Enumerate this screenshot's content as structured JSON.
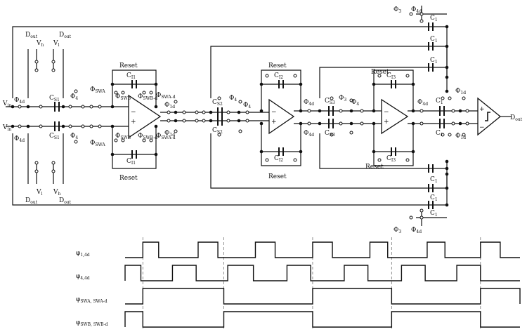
{
  "labels": {
    "reset": "Reset",
    "phi": "Φ",
    "ph1d": "1d",
    "ph3": "3",
    "ph4": "4",
    "ph4d": "4d",
    "phswa": "SWA",
    "phswb": "SWB",
    "phswad": "SWA-d",
    "phswbd": "SWB-d",
    "c1": "C",
    "cs1": "S1",
    "c1s": "1",
    "c11": "I1",
    "c12": "I2",
    "c13": "I3",
    "cs2": "S2",
    "cs3": "S3",
    "vin": "V",
    "vinp": "in",
    "vref": "V",
    "vrefh": "h",
    "vrefl": "l",
    "dout": "D",
    "outs": "out",
    "outbs": "out",
    "amp_plus": "+",
    "amp_minus": "−"
  },
  "timing": {
    "signals": [
      {
        "name": "φ",
        "sub": "1,4d",
        "pulses": [
          [
            0.045,
            0.085
          ],
          [
            0.185,
            0.235
          ],
          [
            0.33,
            0.38
          ],
          [
            0.475,
            0.525
          ],
          [
            0.62,
            0.665
          ],
          [
            0.765,
            0.81
          ],
          [
            0.9,
            0.95
          ]
        ]
      },
      {
        "name": "φ",
        "sub": "4,4d",
        "pulses": [
          [
            0.0,
            0.04
          ],
          [
            0.12,
            0.18
          ],
          [
            0.26,
            0.325
          ],
          [
            0.41,
            0.47
          ],
          [
            0.555,
            0.615
          ],
          [
            0.7,
            0.76
          ],
          [
            0.84,
            0.9
          ]
        ]
      },
      {
        "name": "φ",
        "sub": "SWA, SWA-d",
        "pulses": [
          [
            0.045,
            0.25
          ],
          [
            0.475,
            0.675
          ],
          [
            0.9,
            1.0
          ]
        ]
      },
      {
        "name": "φ",
        "sub": "SWB, SWB-d",
        "pulses": [
          [
            0.0,
            0.045
          ],
          [
            0.25,
            0.475
          ],
          [
            0.675,
            0.9
          ]
        ]
      }
    ],
    "guides": [
      0.045,
      0.25,
      0.475,
      0.675,
      0.9
    ]
  }
}
